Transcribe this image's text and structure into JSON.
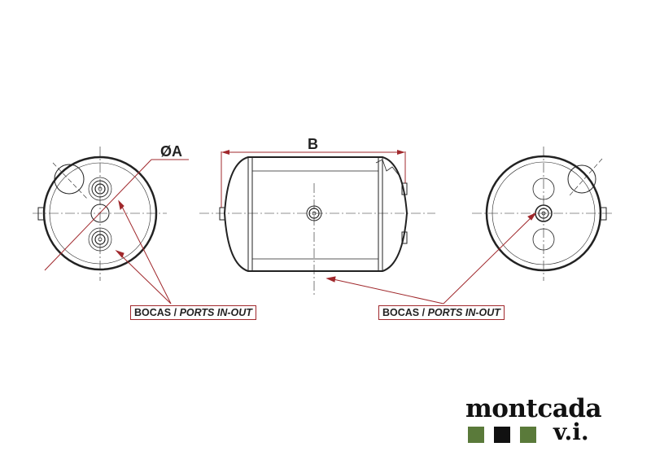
{
  "dimensions": {
    "diameter": "ØA",
    "length": "B"
  },
  "labels": {
    "left": {
      "main": "BOCAS / ",
      "italic": "PORTS IN-OUT"
    },
    "right": {
      "main": "BOCAS / ",
      "italic": "PORTS IN-OUT"
    }
  },
  "brand": {
    "name": "montcada",
    "suffix": "v.i.",
    "square_colors": [
      "#5a7a3a",
      "#111111",
      "#5a7a3a"
    ]
  },
  "colors": {
    "accent": "#a0282c",
    "line": "#222222"
  }
}
